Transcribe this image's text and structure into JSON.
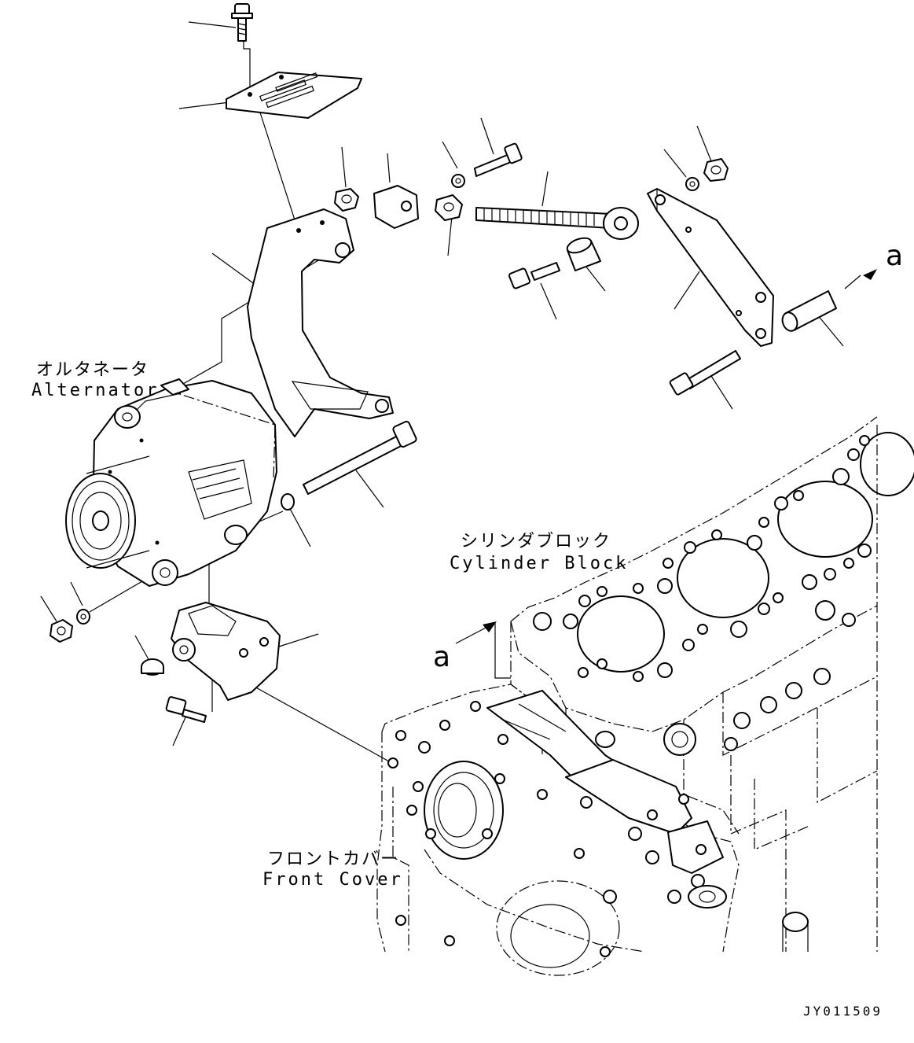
{
  "labels": {
    "alternator_jp": "オルタネータ",
    "alternator_en": "Alternator",
    "cylinder_block_jp": "シリンダブロック",
    "cylinder_block_en": "Cylinder Block",
    "front_cover_jp": "フロントカバー",
    "front_cover_en": "Front Cover",
    "ref_a_top": "a",
    "ref_a_block": "a",
    "drawing_code": "JY011509"
  }
}
